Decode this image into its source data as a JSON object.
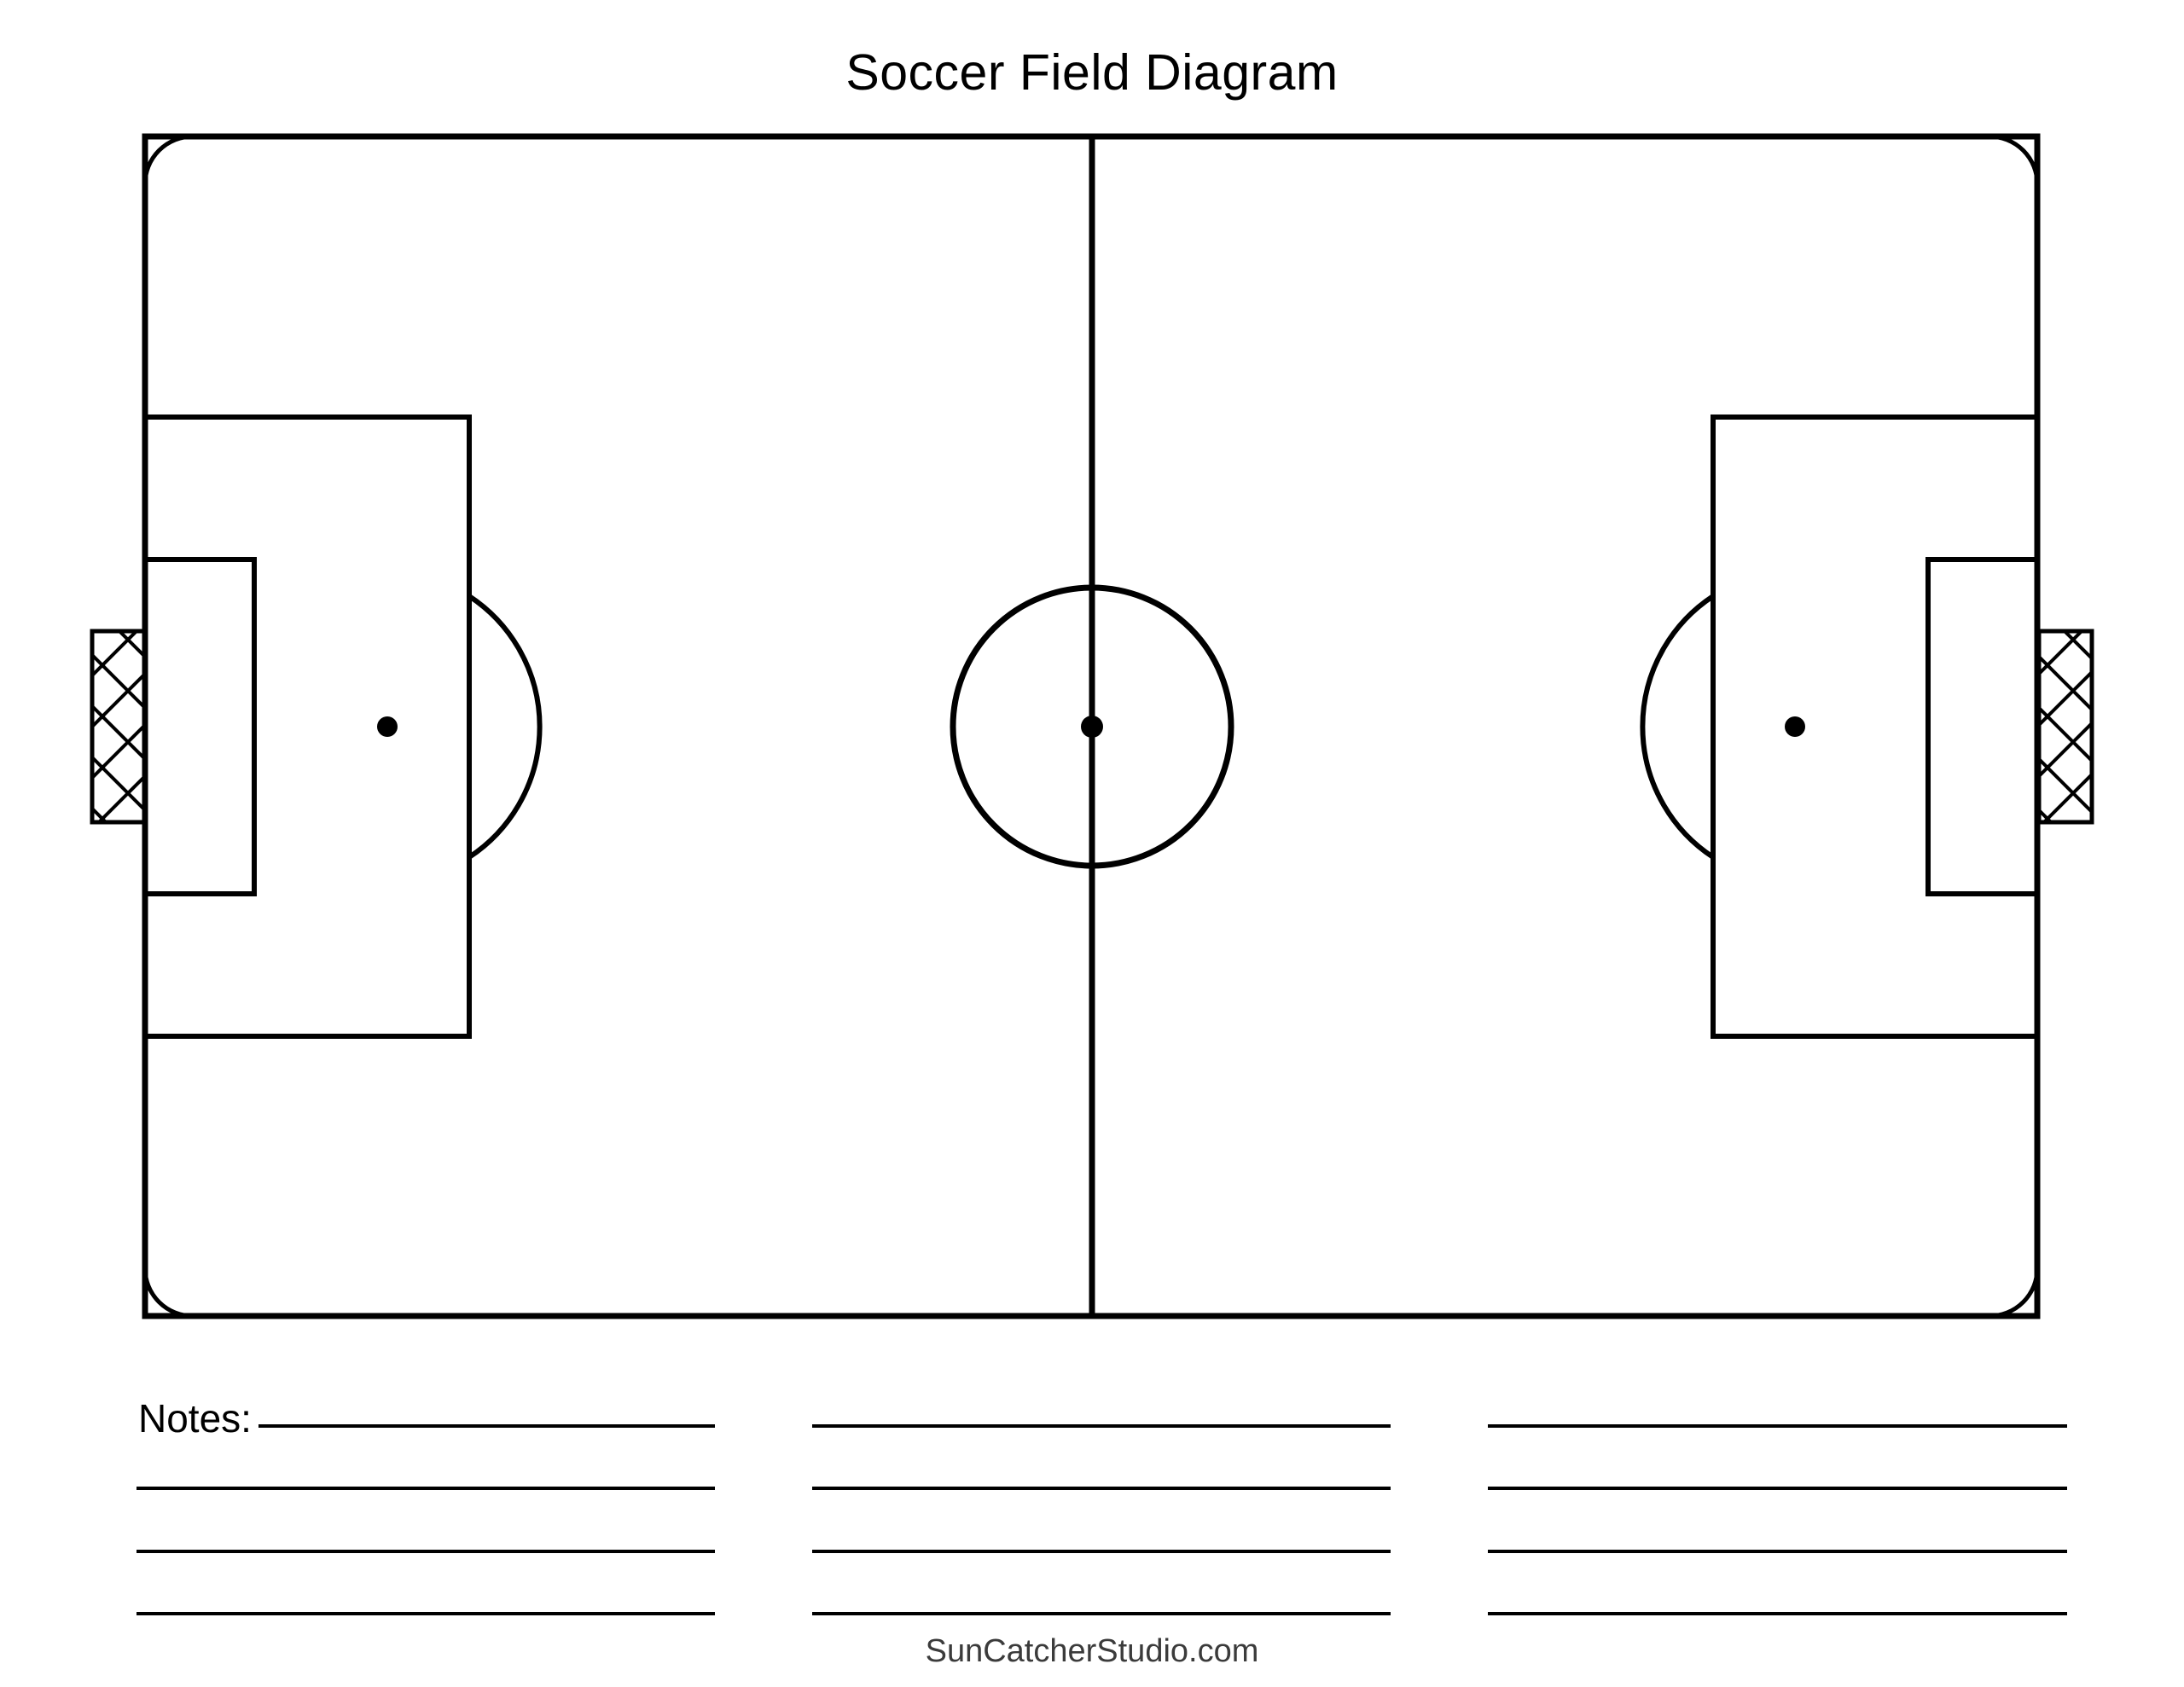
{
  "page": {
    "title": "Soccer Field Diagram",
    "background_color": "#ffffff",
    "line_color": "#000000"
  },
  "diagram": {
    "type": "soccer-field",
    "elements": [
      "field-boundary",
      "halfway-line",
      "center-circle",
      "center-spot",
      "corner-arc-top-left",
      "corner-arc-top-right",
      "corner-arc-bottom-left",
      "corner-arc-bottom-right",
      "penalty-area-left",
      "penalty-area-right",
      "goal-area-left",
      "goal-area-right",
      "penalty-spot-left",
      "penalty-spot-right",
      "penalty-arc-left",
      "penalty-arc-right",
      "goal-net-left",
      "goal-net-right"
    ]
  },
  "notes": {
    "label": "Notes:",
    "columns": 3,
    "lines_per_column": 4
  },
  "footer": {
    "text": "SunCatcherStudio.com",
    "color": "#3b3b3b"
  }
}
